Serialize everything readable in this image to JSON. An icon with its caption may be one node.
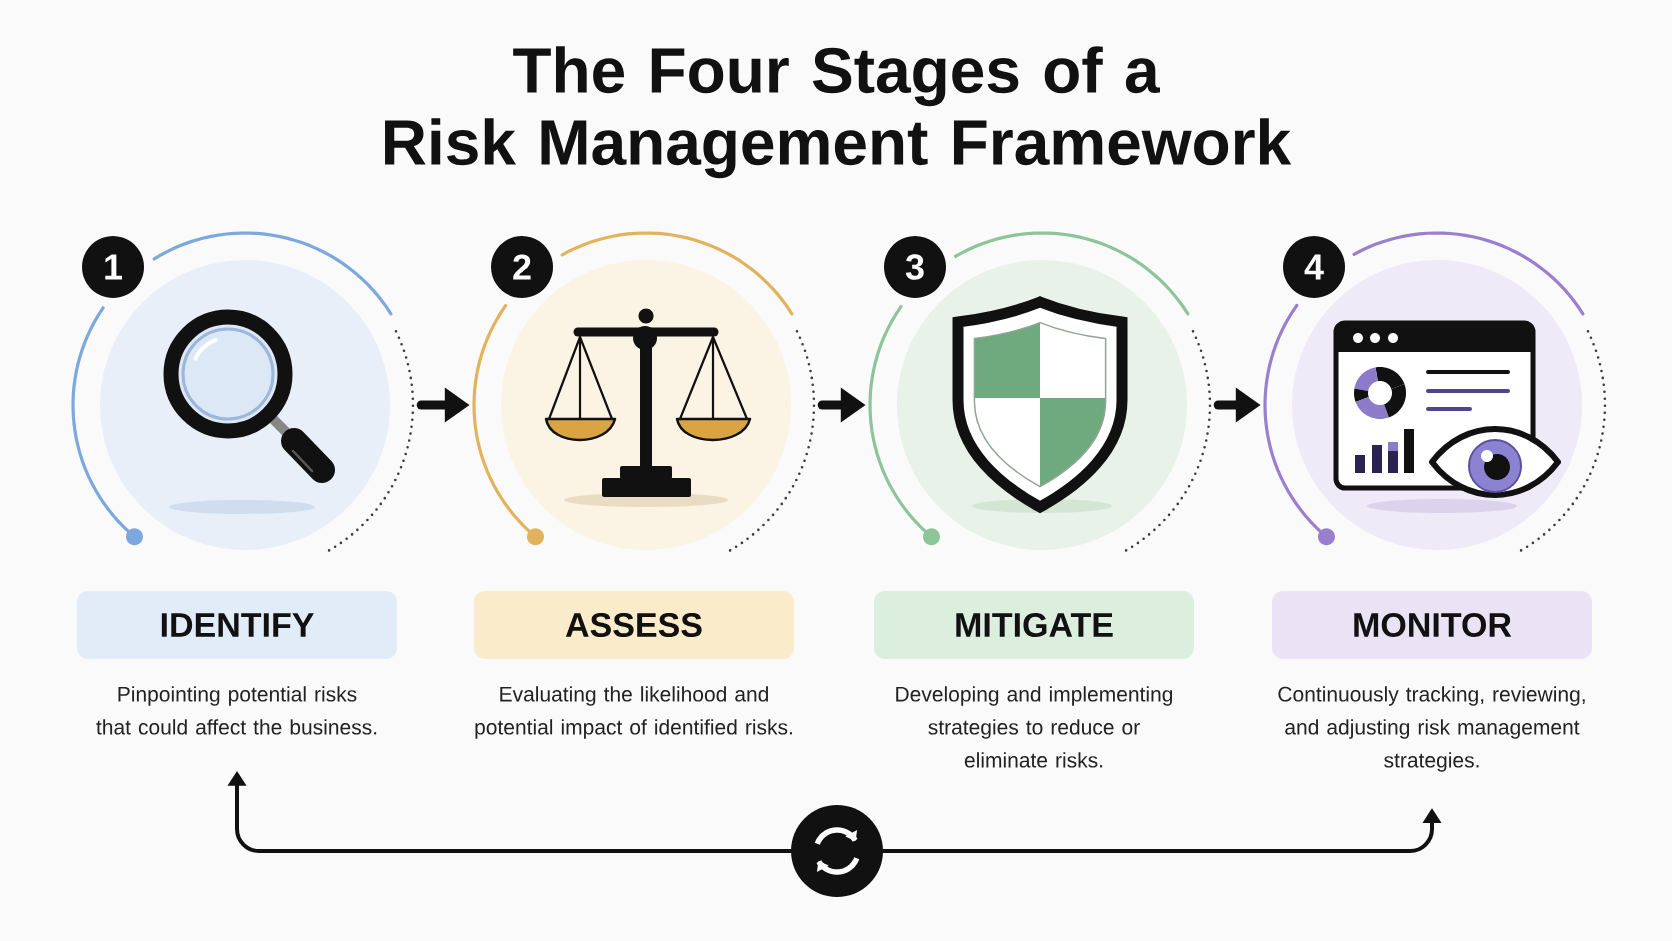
{
  "diagram": {
    "title": "The Four Stages of a Risk Management Framework",
    "nodes": [
      {
        "text": [
          "1"
        ]
      },
      {
        "text": [],
        "shape": "picture"
      },
      {
        "text": [
          "IDENTIFY"
        ]
      },
      {
        "text": [
          "Pinpointing potential risks that could affect the business."
        ]
      },
      {
        "text": [
          "2"
        ]
      },
      {
        "text": [],
        "shape": "picture"
      },
      {
        "text": [
          "ASSESS"
        ],
        "beside": [
          "Evaluating the likelihood and potential impact of identified risks."
        ]
      },
      {
        "text": [
          "3"
        ]
      },
      {
        "text": [],
        "shape": "picture"
      },
      {
        "text": [
          "MITIGATE"
        ],
        "beside": [
          "Developing and implementing strategies to reduce or eliminate risks."
        ]
      },
      {
        "text": [
          "4"
        ]
      },
      {
        "text": [],
        "shape": "picture"
      },
      {
        "text": [
          "MONITOR"
        ]
      },
      {
        "text": [
          "Continuously tracking, reviewing, and adjusting risk management strategies."
        ]
      },
      {
        "text": [],
        "shape": "circle"
      }
    ],
    "edges": [
      {
        "from": 1,
        "to": 5,
        "arrow": "to"
      },
      {
        "from": 5,
        "to": 8,
        "arrow": "to"
      },
      {
        "from": 8,
        "to": 11,
        "arrow": "to"
      },
      {
        "from": 14,
        "to": 3,
        "arrow": "to"
      },
      {
        "from": 14,
        "to": 13,
        "arrow": "to"
      }
    ]
  }
}
